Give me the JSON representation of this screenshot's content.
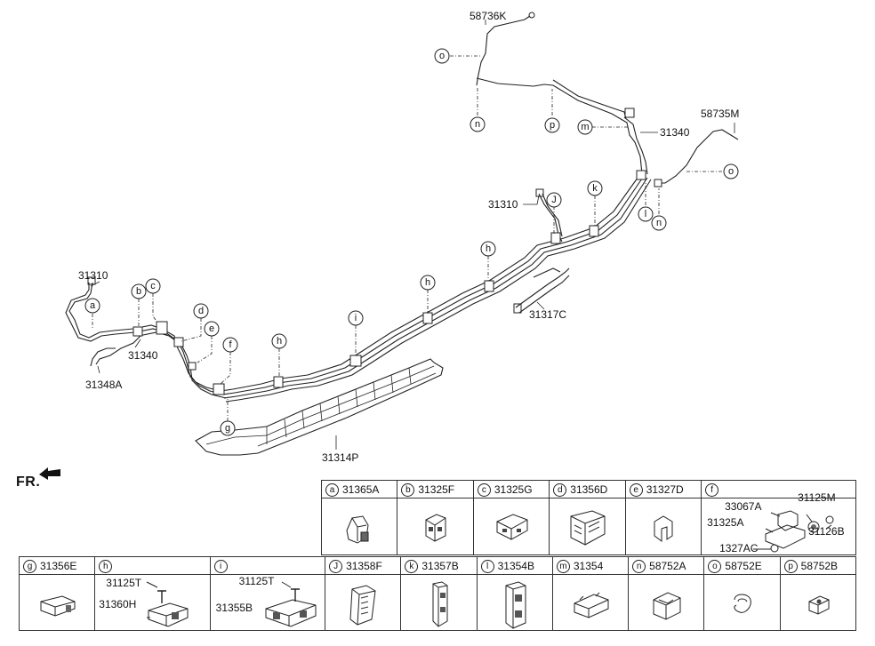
{
  "diagram": {
    "labels": {
      "p58736K": "58736K",
      "p58735M": "58735M",
      "p31340_top": "31340",
      "p31310_mid": "31310",
      "p31310_left": "31310",
      "p31340_left": "31340",
      "p31348A": "31348A",
      "p31317C": "31317C",
      "p31314P": "31314P"
    },
    "callouts": [
      "o",
      "n",
      "p",
      "m",
      "o",
      "l",
      "n",
      "J",
      "k",
      "h",
      "h",
      "h",
      "i",
      "h",
      "g",
      "f",
      "e",
      "d",
      "c",
      "b",
      "a"
    ],
    "fr_label": "FR."
  },
  "legend": {
    "row1": [
      {
        "key": "a",
        "part": "31365A"
      },
      {
        "key": "b",
        "part": "31325F"
      },
      {
        "key": "c",
        "part": "31325G"
      },
      {
        "key": "d",
        "part": "31356D"
      },
      {
        "key": "e",
        "part": "31327D"
      },
      {
        "key": "f",
        "part": "",
        "subparts": [
          "33067A",
          "31125M",
          "31325A",
          "31126B",
          "1327AC"
        ]
      }
    ],
    "row2": [
      {
        "key": "g",
        "part": "31356E"
      },
      {
        "key": "h",
        "part": "",
        "subparts": [
          "31125T",
          "31360H"
        ]
      },
      {
        "key": "i",
        "part": "",
        "subparts": [
          "31125T",
          "31355B"
        ]
      },
      {
        "key": "J",
        "part": "31358F"
      },
      {
        "key": "k",
        "part": "31357B"
      },
      {
        "key": "l",
        "part": "31354B"
      },
      {
        "key": "m",
        "part": "31354"
      },
      {
        "key": "n",
        "part": "58752A"
      },
      {
        "key": "o",
        "part": "58752E"
      },
      {
        "key": "p",
        "part": "58752B"
      }
    ]
  }
}
